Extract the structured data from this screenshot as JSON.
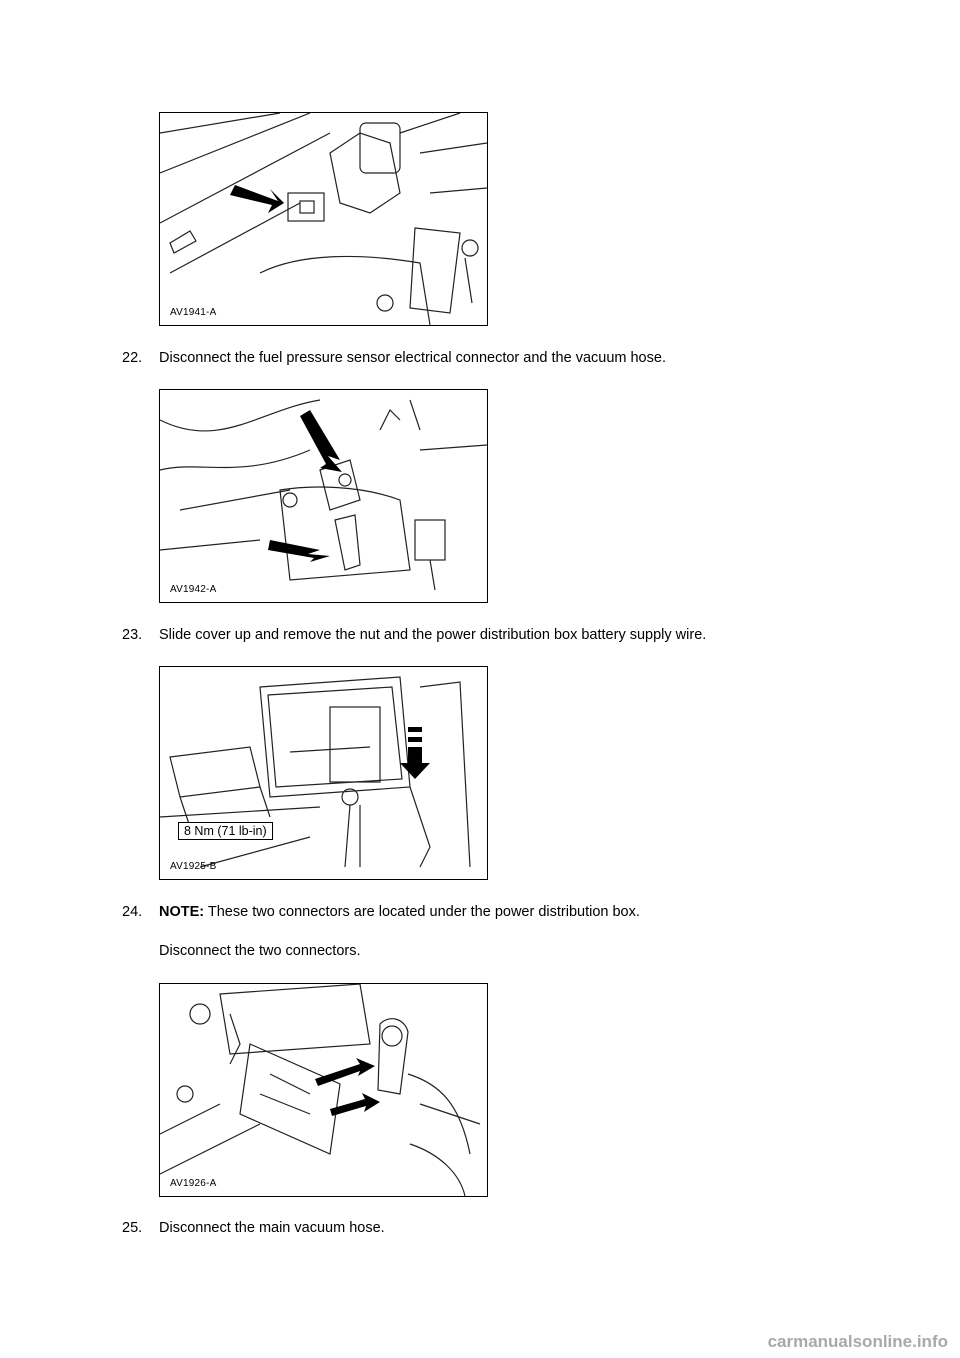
{
  "figures": [
    {
      "code": "AV1941-A"
    },
    {
      "code": "AV1942-A"
    },
    {
      "code": "AV1925-B",
      "torque": "8 Nm (71 lb-in)"
    },
    {
      "code": "AV1926-A"
    }
  ],
  "steps": [
    {
      "number": "22.",
      "text": "Disconnect the fuel pressure sensor electrical connector and the vacuum hose."
    },
    {
      "number": "23.",
      "text": "Slide cover up and remove the nut and the power distribution box battery supply wire."
    },
    {
      "number": "24.",
      "note_label": "NOTE:",
      "note_text": " These two connectors are located under the power distribution box.",
      "text": "Disconnect the two connectors."
    },
    {
      "number": "25.",
      "text": "Disconnect the main vacuum hose."
    }
  ],
  "footer": "carmanualsonline.info"
}
